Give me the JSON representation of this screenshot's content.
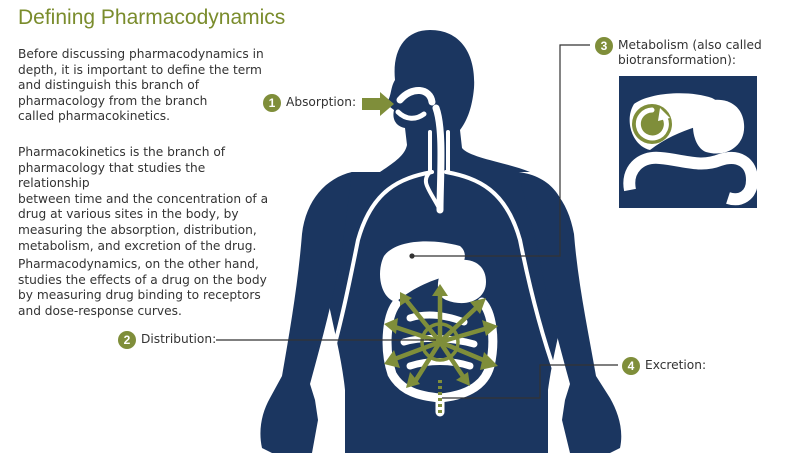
{
  "title": "Defining Pharmacodynamics",
  "paragraphs": [
    "Before discussing pharmacodynamics in\ndepth, it is important to define the term\nand distinguish this branch of\npharmacology from the branch\ncalled pharmacokinetics.",
    "Pharmacokinetics is the branch of\npharmacology that studies the relationship\nbetween time and the concentration of a\ndrug at various sites in the body, by\nmeasuring the absorption, distribution,\nmetabolism, and excretion of the drug.",
    "Pharmacodynamics, on the other hand,\nstudies the effects of a drug on the body\nby measuring drug binding to receptors\nand dose-response curves."
  ],
  "callouts": {
    "absorption": {
      "number": "1",
      "label": "Absorption:"
    },
    "distribution": {
      "number": "2",
      "label": "Distribution:"
    },
    "metabolism": {
      "number": "3",
      "label": "Metabolism (also called\nbiotransformation):"
    },
    "excretion": {
      "number": "4",
      "label": "Excretion:"
    }
  },
  "colors": {
    "body": "#1b3660",
    "organ": "#ffffff",
    "accent": "#7f8e3a",
    "title": "#7a8c2c",
    "text": "#333333"
  }
}
